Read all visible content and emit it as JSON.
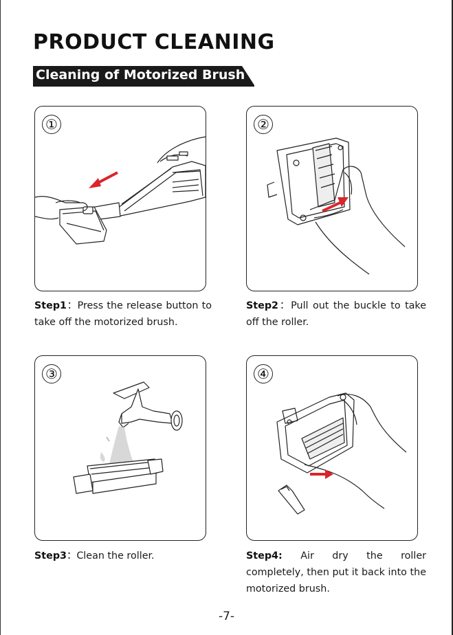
{
  "title": "PRODUCT CLEANING",
  "section": "Cleaning of Motorized Brush",
  "steps": [
    {
      "number": "①",
      "label": "Step1",
      "sep": "：",
      "text": "Press the release button to take off the motorized brush."
    },
    {
      "number": "②",
      "label": "Step2",
      "sep": "：",
      "text": "Pull out the buckle to take off the roller."
    },
    {
      "number": "③",
      "label": "Step3",
      "sep": "：",
      "text": "Clean the roller."
    },
    {
      "number": "④",
      "label": "Step4:",
      "sep": " ",
      "text": "Air dry the roller completely, then put it back into the motorized brush."
    }
  ],
  "page_number": "-7-",
  "colors": {
    "arrow": "#d9252b",
    "ink": "#222222",
    "tab": "#1a1a1a"
  }
}
